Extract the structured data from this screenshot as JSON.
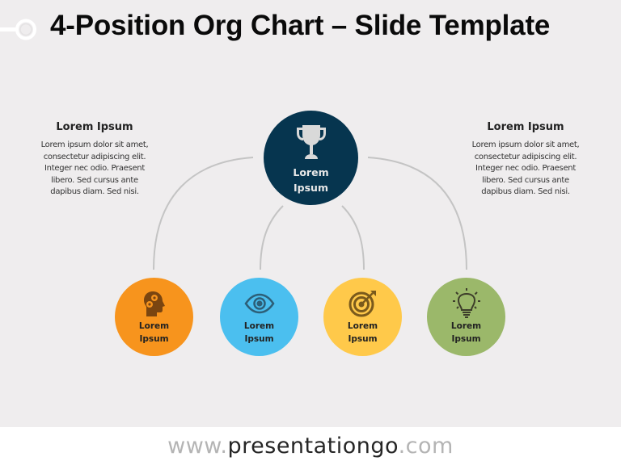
{
  "slide": {
    "title": "4-Position Org Chart – Slide Template",
    "background": "#efedee"
  },
  "side_left": {
    "heading": "Lorem Ipsum",
    "lines": [
      "Lorem ipsum dolor sit amet,",
      "consectetur adipiscing elit.",
      "Integer nec odio. Praesent",
      "libero. Sed cursus ante",
      "dapibus diam. Sed nisi."
    ]
  },
  "side_right": {
    "heading": "Lorem Ipsum",
    "lines": [
      "Lorem ipsum dolor sit amet,",
      "consectetur adipiscing elit.",
      "Integer nec odio. Praesent",
      "libero. Sed cursus ante",
      "dapibus diam. Sed nisi."
    ]
  },
  "top_node": {
    "label_line1": "Lorem",
    "label_line2": "Ipsum",
    "icon": "trophy-icon",
    "color": "#06354f"
  },
  "nodes": [
    {
      "label_line1": "Lorem",
      "label_line2": "Ipsum",
      "icon": "head-gears-icon",
      "color": "#f7941d"
    },
    {
      "label_line1": "Lorem",
      "label_line2": "Ipsum",
      "icon": "eye-icon",
      "color": "#4bbfef"
    },
    {
      "label_line1": "Lorem",
      "label_line2": "Ipsum",
      "icon": "target-icon",
      "color": "#ffc94a"
    },
    {
      "label_line1": "Lorem",
      "label_line2": "Ipsum",
      "icon": "lightbulb-icon",
      "color": "#9bb86a"
    }
  ],
  "footer": {
    "prefix": "www.",
    "brand": "presentationgo",
    "suffix": ".com"
  }
}
